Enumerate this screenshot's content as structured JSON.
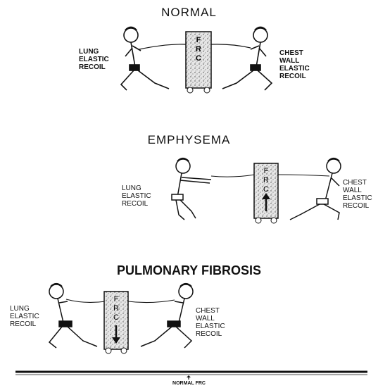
{
  "panels": [
    {
      "title": "NORMAL",
      "left_label": "LUNG\nELASTIC\nRECOIL",
      "right_label": "CHEST\nWALL\nELASTIC\nRECOIL",
      "column_label": "FRC",
      "arrow": "none"
    },
    {
      "title": "EMPHYSEMA",
      "left_label": "LUNG\nELASTIC\nRECOIL",
      "right_label": "CHEST\nWALL\nELASTIC\nRECOIL",
      "column_label": "FRC",
      "arrow": "up"
    },
    {
      "title": "PULMONARY FIBROSIS",
      "left_label": "LUNG\nELASTIC\nRECOIL",
      "right_label": "CHEST\nWALL\nELASTIC\nRECOIL",
      "column_label": "FRC",
      "arrow": "down"
    }
  ],
  "baseline_label": "NORMAL FRC",
  "colors": {
    "ink": "#111111",
    "column_fill": "#d9d9d9",
    "background": "#ffffff"
  }
}
